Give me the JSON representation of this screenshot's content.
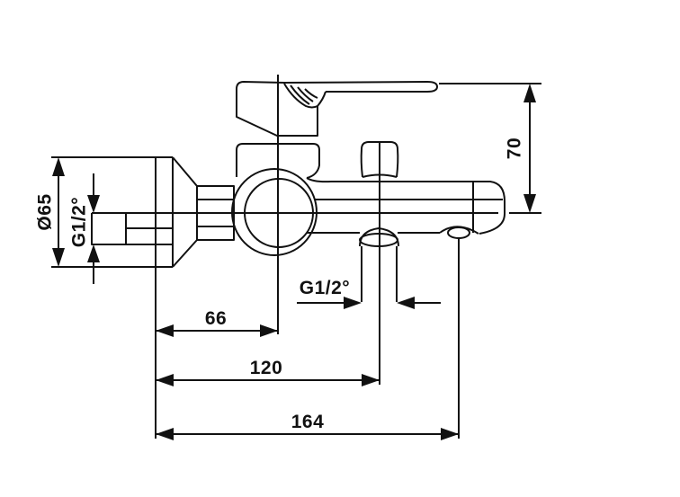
{
  "diagram": {
    "colors": {
      "line": "#111111",
      "background": "#ffffff"
    },
    "labels": {
      "flange_diameter": "Ø65",
      "inlet_thread": "G1/2°",
      "outlet_thread": "G1/2°",
      "handle_height": "70",
      "cartridge_offset": "66",
      "outlet_offset": "120",
      "overall_length": "164"
    }
  }
}
